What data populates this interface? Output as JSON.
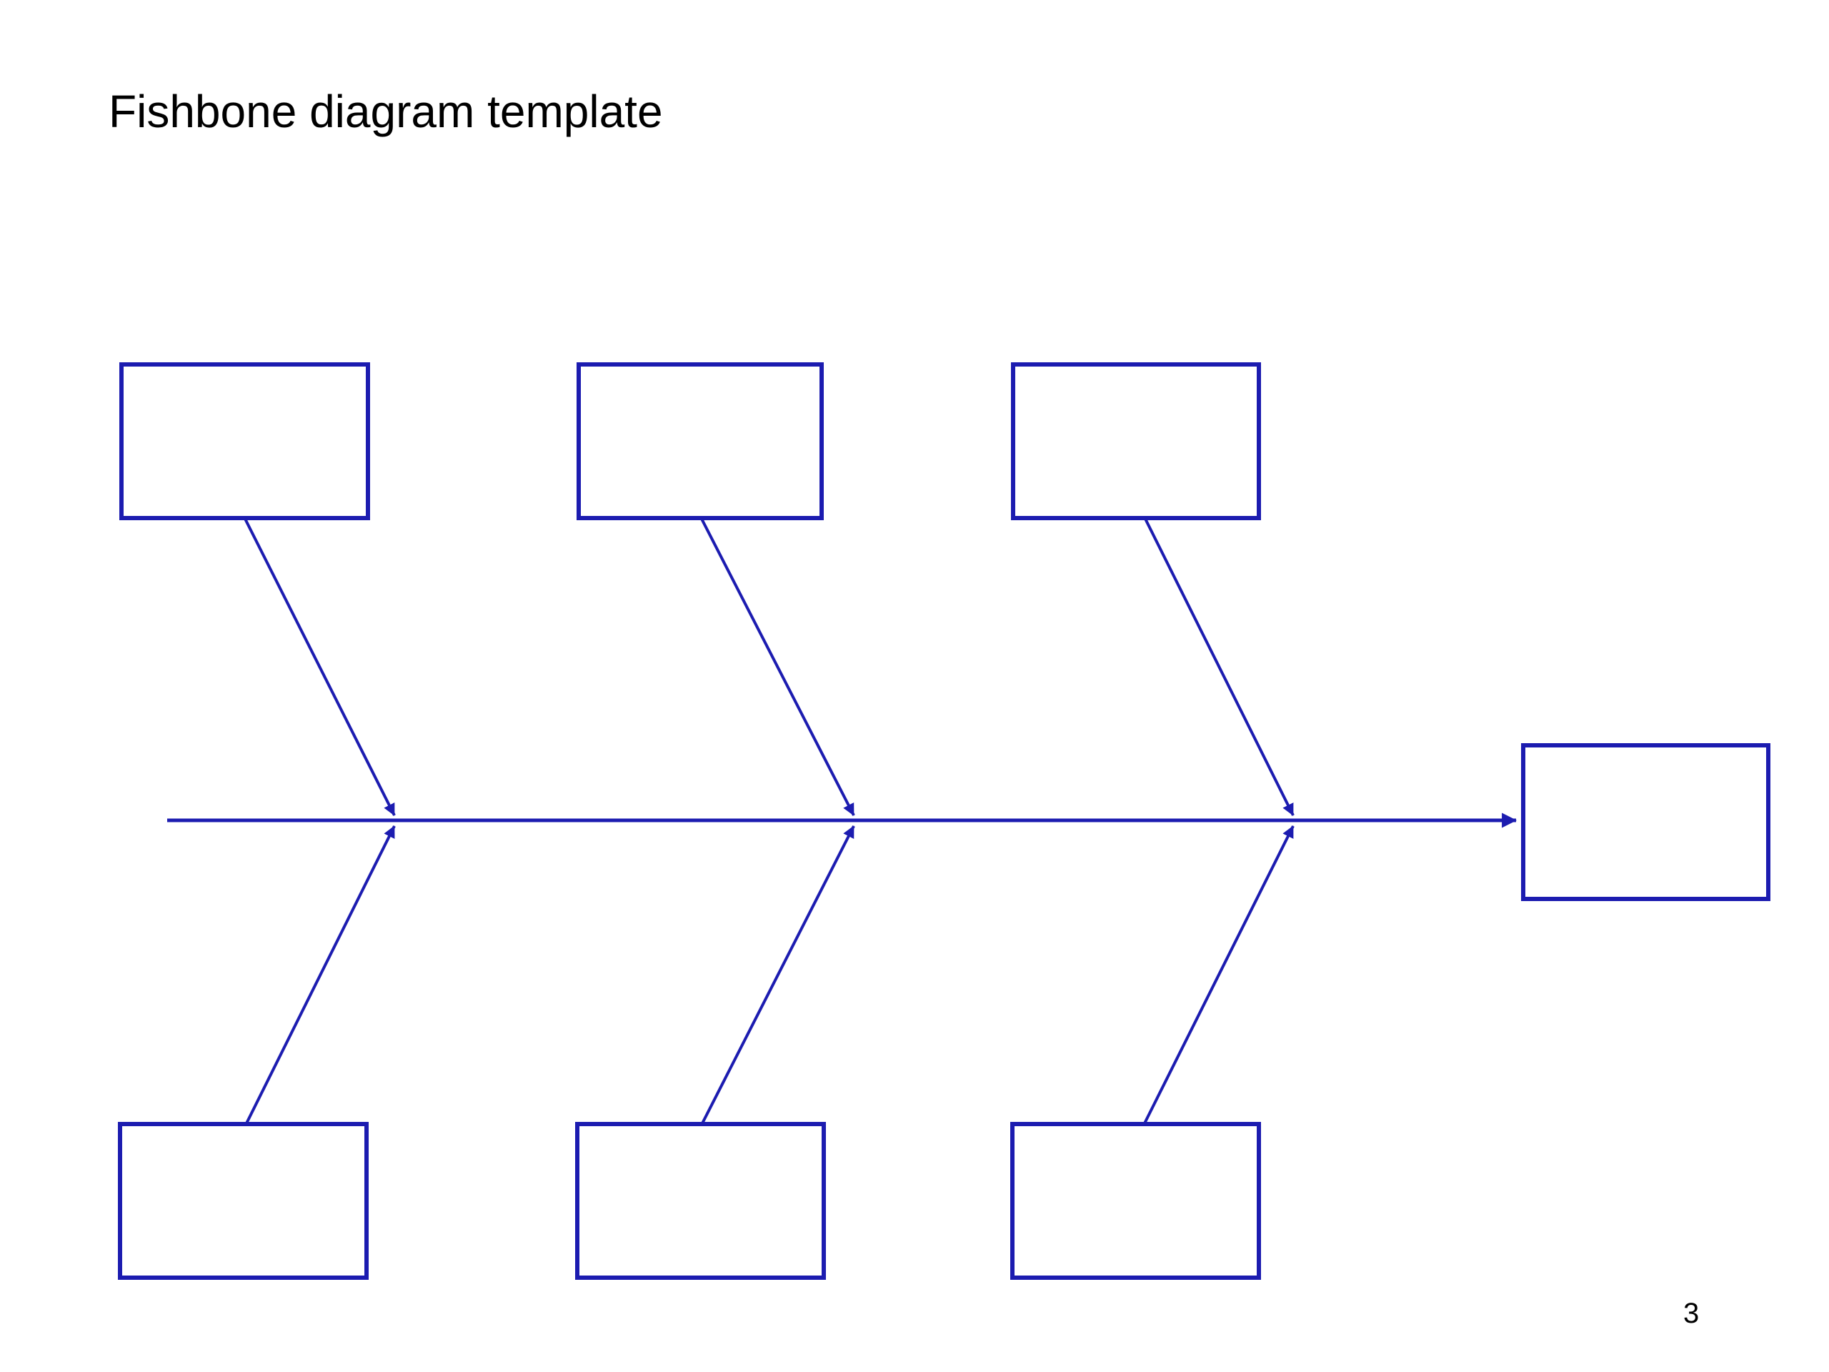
{
  "slide": {
    "title": "Fishbone diagram template",
    "page_number": "3",
    "background_color": "#ffffff",
    "text_color": "#000000"
  },
  "diagram": {
    "type": "fishbone",
    "accent_color": "#1c1cb0",
    "box_fill_color": "#ffffff",
    "spine_direction": "left-to-right",
    "effect_box": {
      "label": ""
    },
    "cause_boxes": [
      {
        "position": "top-1",
        "label": ""
      },
      {
        "position": "top-2",
        "label": ""
      },
      {
        "position": "top-3",
        "label": ""
      },
      {
        "position": "bottom-1",
        "label": ""
      },
      {
        "position": "bottom-2",
        "label": ""
      },
      {
        "position": "bottom-3",
        "label": ""
      }
    ]
  }
}
